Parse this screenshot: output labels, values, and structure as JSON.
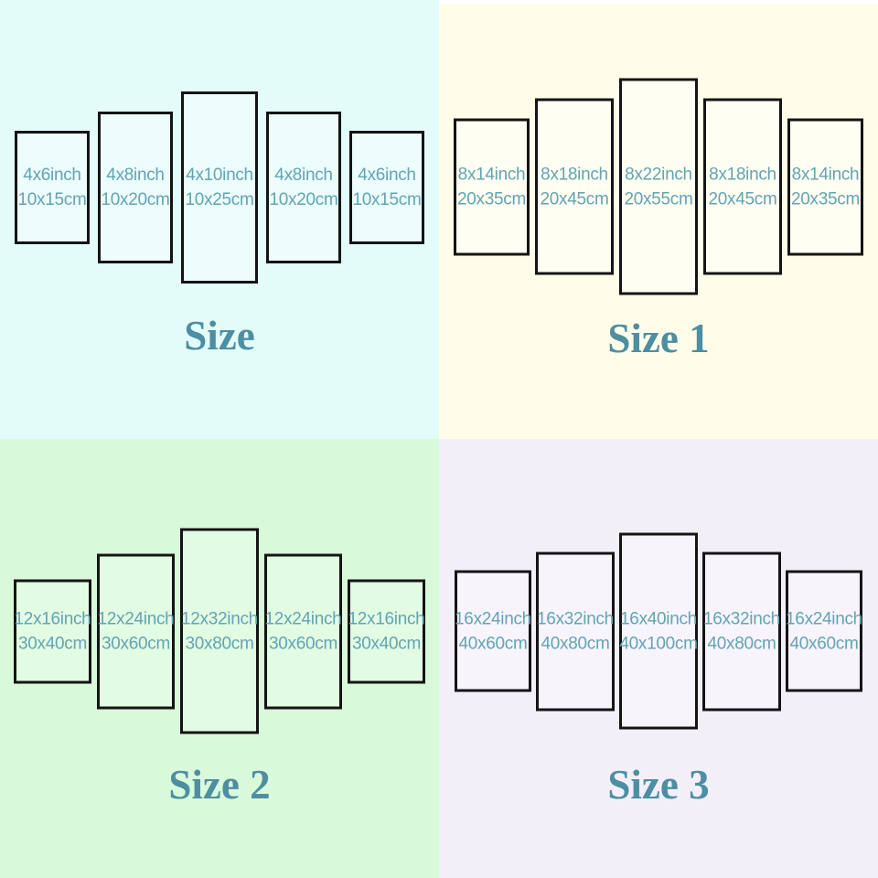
{
  "colors": {
    "quadrant_backgrounds": {
      "size": "#e3fcfa",
      "size_1": "#fffde9",
      "size_2": "#d9fada",
      "size_3": "#f3eff9"
    },
    "panel_text": "#63a4b4",
    "title_text": "#4d8ea2",
    "panel_border": "#141414"
  },
  "quadrants": [
    {
      "id": "size",
      "title": "Size",
      "panels": [
        {
          "line1": "4x6inch",
          "line2": "10x15cm"
        },
        {
          "line1": "4x8inch",
          "line2": "10x20cm"
        },
        {
          "line1": "4x10inch",
          "line2": "10x25cm"
        },
        {
          "line1": "4x8inch",
          "line2": "10x20cm"
        },
        {
          "line1": "4x6inch",
          "line2": "10x15cm"
        }
      ]
    },
    {
      "id": "size-1",
      "title": "Size 1",
      "panels": [
        {
          "line1": "8x14inch",
          "line2": "20x35cm"
        },
        {
          "line1": "8x18inch",
          "line2": "20x45cm"
        },
        {
          "line1": "8x22inch",
          "line2": "20x55cm"
        },
        {
          "line1": "8x18inch",
          "line2": "20x45cm"
        },
        {
          "line1": "8x14inch",
          "line2": "20x35cm"
        }
      ]
    },
    {
      "id": "size-2",
      "title": "Size 2",
      "panels": [
        {
          "line1": "12x16inch",
          "line2": "30x40cm"
        },
        {
          "line1": "12x24inch",
          "line2": "30x60cm"
        },
        {
          "line1": "12x32inch",
          "line2": "30x80cm"
        },
        {
          "line1": "12x24inch",
          "line2": "30x60cm"
        },
        {
          "line1": "12x16inch",
          "line2": "30x40cm"
        }
      ]
    },
    {
      "id": "size-3",
      "title": "Size 3",
      "panels": [
        {
          "line1": "16x24inch",
          "line2": "40x60cm"
        },
        {
          "line1": "16x32inch",
          "line2": "40x80cm"
        },
        {
          "line1": "16x40inch",
          "line2": "40x100cm"
        },
        {
          "line1": "16x32inch",
          "line2": "40x80cm"
        },
        {
          "line1": "16x24inch",
          "line2": "40x60cm"
        }
      ]
    }
  ]
}
